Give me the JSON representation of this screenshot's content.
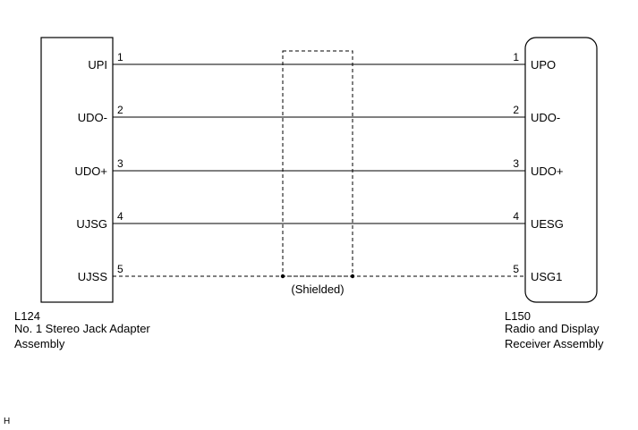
{
  "left_connector": {
    "code": "L124",
    "name_line1": "No. 1 Stereo Jack Adapter",
    "name_line2": "Assembly",
    "pins": [
      {
        "num": "1",
        "label": "UPI"
      },
      {
        "num": "2",
        "label": "UDO-"
      },
      {
        "num": "3",
        "label": "UDO+"
      },
      {
        "num": "4",
        "label": "UJSG"
      },
      {
        "num": "5",
        "label": "UJSS"
      }
    ]
  },
  "right_connector": {
    "code": "L150",
    "name_line1": "Radio and Display",
    "name_line2": "Receiver Assembly",
    "pins": [
      {
        "num": "1",
        "label": "UPO"
      },
      {
        "num": "2",
        "label": "UDO-"
      },
      {
        "num": "3",
        "label": "UDO+"
      },
      {
        "num": "4",
        "label": "UESG"
      },
      {
        "num": "5",
        "label": "USG1"
      }
    ]
  },
  "shield": {
    "label": "(Shielded)"
  },
  "footer": {
    "mark": "H"
  }
}
